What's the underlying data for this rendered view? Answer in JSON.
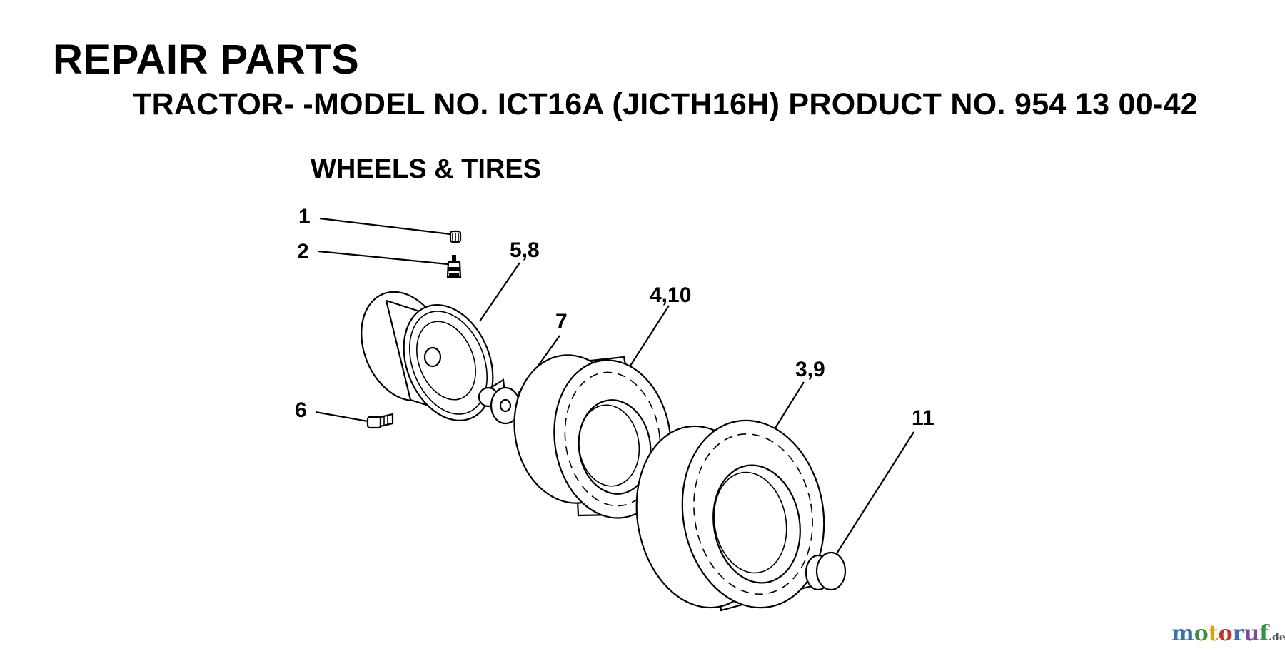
{
  "header": {
    "title": "REPAIR PARTS",
    "subtitle": "TRACTOR- -MODEL NO. ICT16A (JICTH16H) PRODUCT NO. 954 13 00-42"
  },
  "section": {
    "title": "WHEELS & TIRES"
  },
  "callouts": [
    "1",
    "2",
    "5,8",
    "7",
    "4,10",
    "6",
    "3,9",
    "11"
  ],
  "watermark": {
    "text": "motoruf",
    "suffix": ".de",
    "colors": [
      "#3a6fb0",
      "#3a8d4a",
      "#d9a300",
      "#c8302c",
      "#3a6fb0",
      "#7a4aa0",
      "#3a8d4a"
    ]
  }
}
